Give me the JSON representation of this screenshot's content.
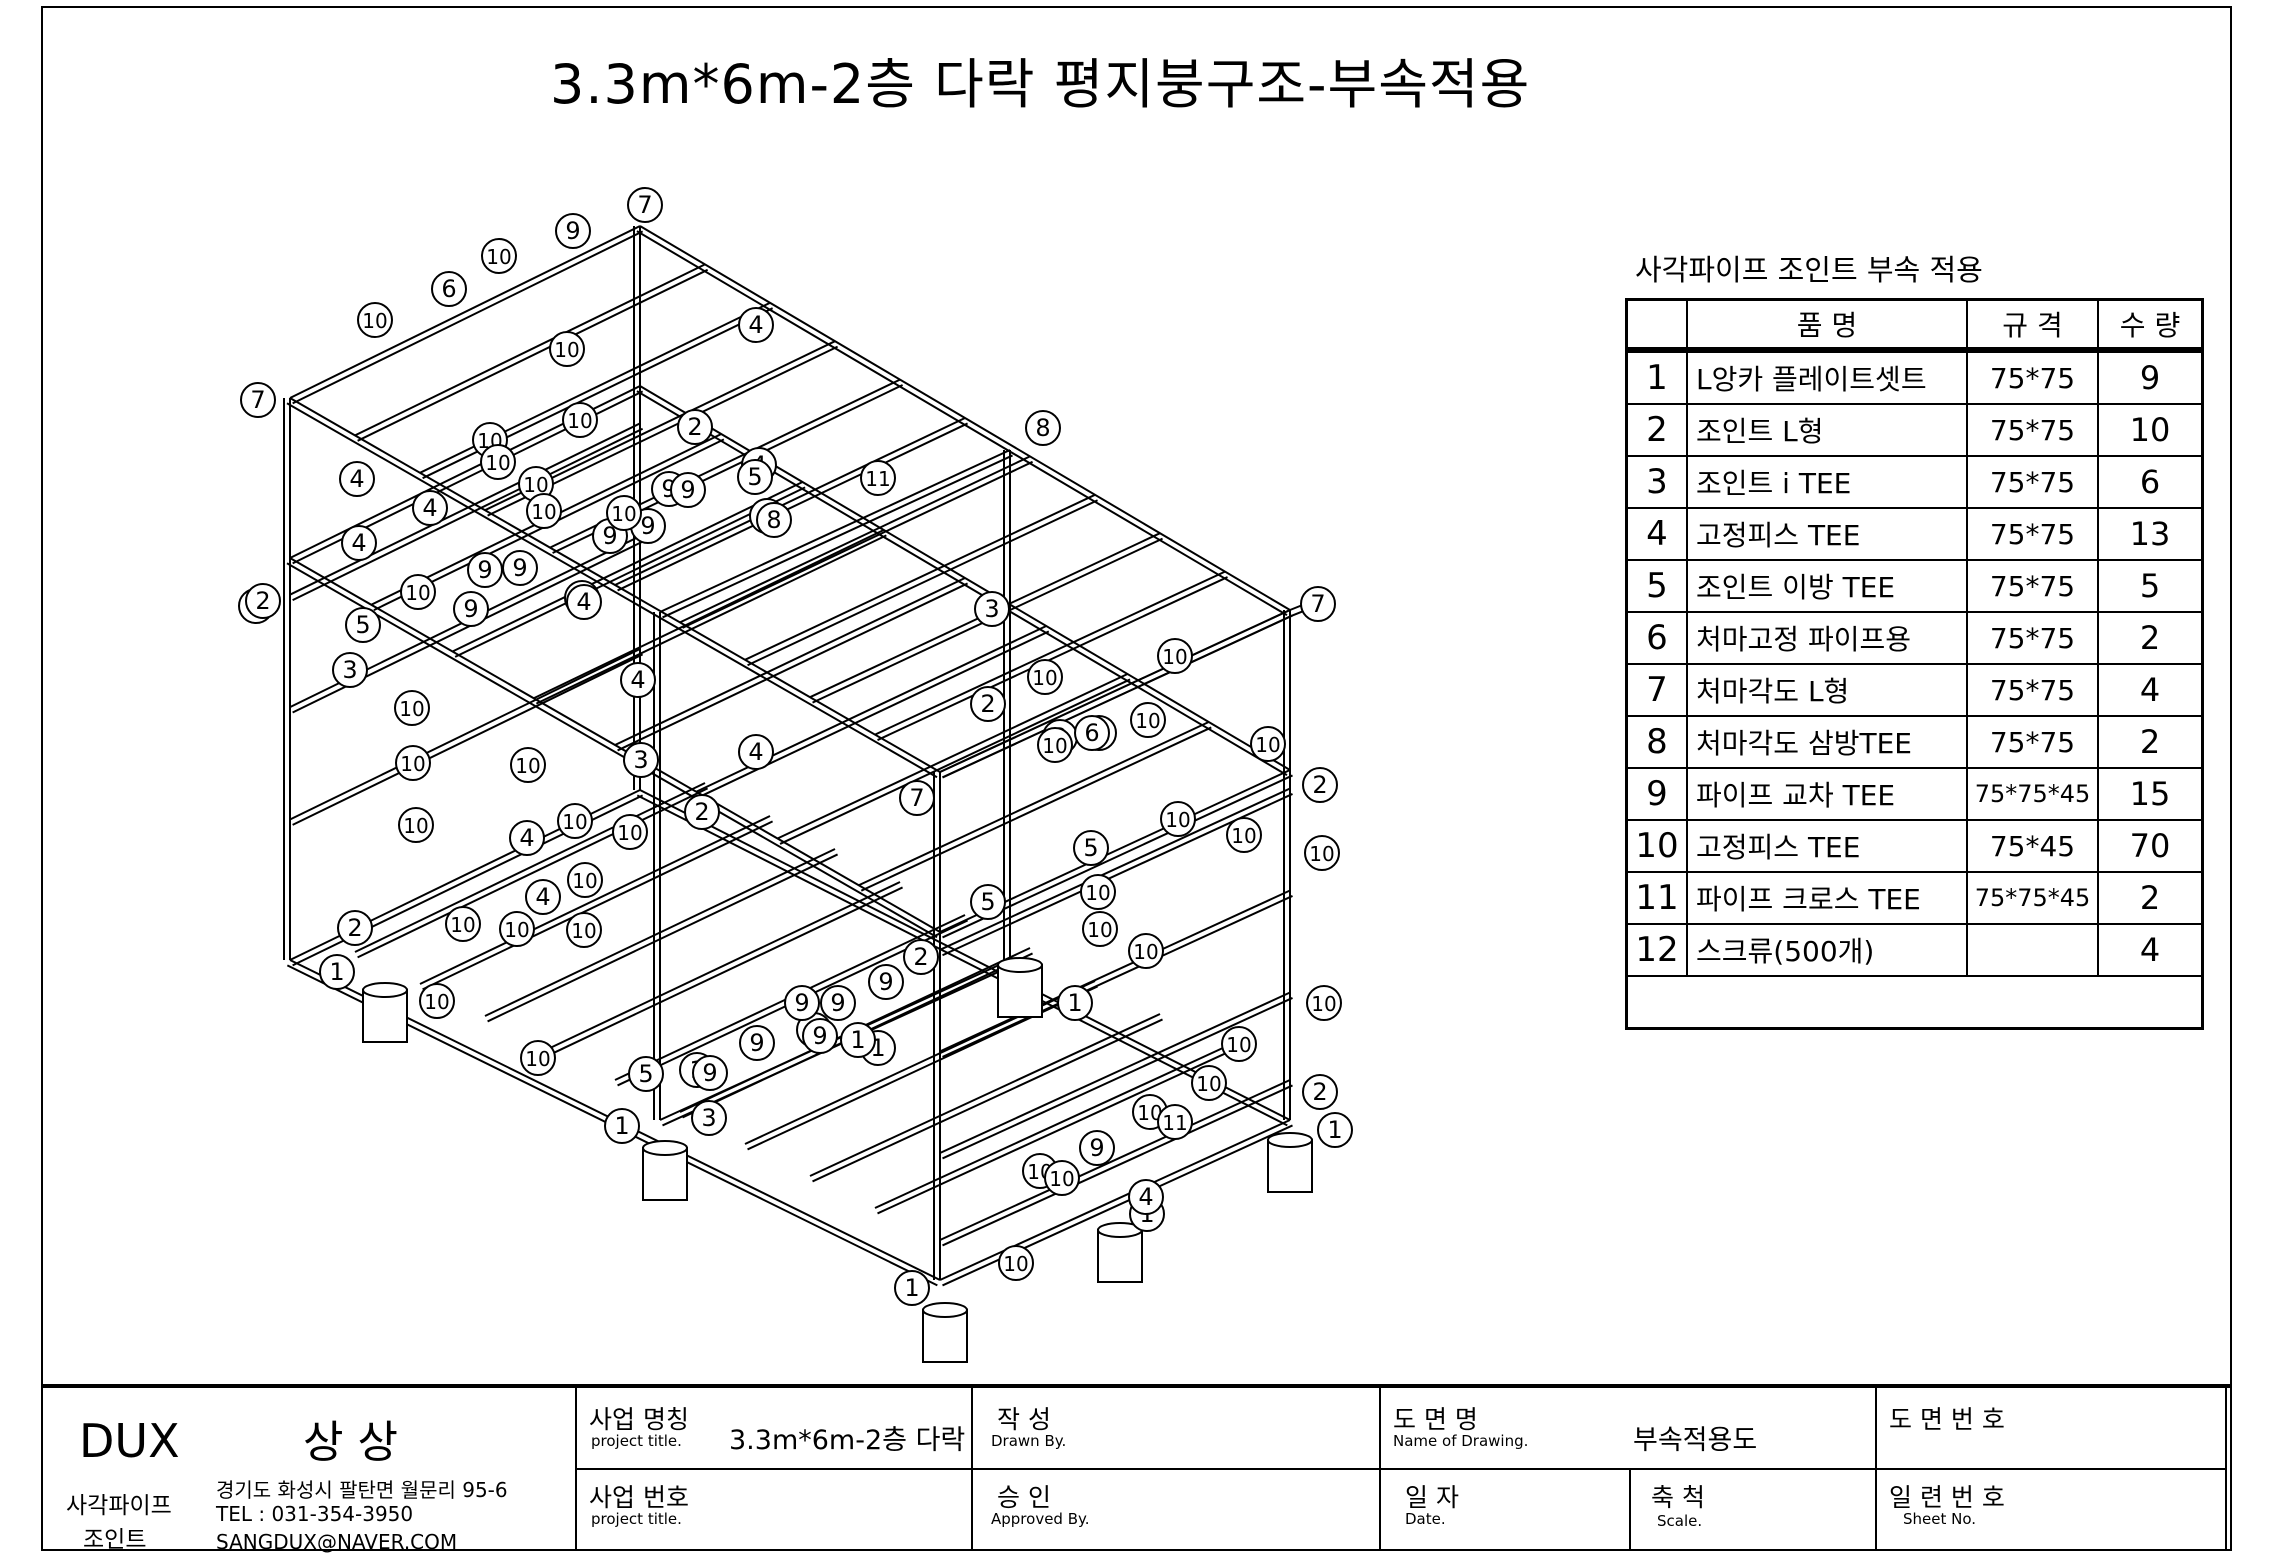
{
  "drawing": {
    "title": "3.3m*6m-2층 다락 평지붕구조-부속적용"
  },
  "parts": {
    "caption": "사각파이프 조인트 부속 적용",
    "headers": {
      "name": "품          명",
      "spec": "규    격",
      "qty": "수    량"
    },
    "rows": [
      {
        "no": "1",
        "name": "L앙카 플레이트셋트",
        "spec": "75*75",
        "qty": "9"
      },
      {
        "no": "2",
        "name": "조인트 L형",
        "spec": "75*75",
        "qty": "10"
      },
      {
        "no": "3",
        "name": "조인트 i TEE",
        "spec": "75*75",
        "qty": "6"
      },
      {
        "no": "4",
        "name": "고정피스 TEE",
        "spec": "75*75",
        "qty": "13"
      },
      {
        "no": "5",
        "name": "조인트 이방 TEE",
        "spec": "75*75",
        "qty": "5"
      },
      {
        "no": "6",
        "name": "처마고정 파이프용",
        "spec": "75*75",
        "qty": "2"
      },
      {
        "no": "7",
        "name": "처마각도 L형",
        "spec": "75*75",
        "qty": "4"
      },
      {
        "no": "8",
        "name": "처마각도 삼방TEE",
        "spec": "75*75",
        "qty": "2"
      },
      {
        "no": "9",
        "name": "파이프 교차 TEE",
        "spec": "75*75*45",
        "qty": "15"
      },
      {
        "no": "10",
        "name": "고정피스 TEE",
        "spec": "75*45",
        "qty": "70"
      },
      {
        "no": "11",
        "name": "파이프 크로스 TEE",
        "spec": "75*75*45",
        "qty": "2"
      },
      {
        "no": "12",
        "name": "스크류(500개)",
        "spec": "",
        "qty": "4"
      }
    ]
  },
  "title_block": {
    "brand": "DUX",
    "company": "상 상",
    "product_line_1": "사각파이프",
    "product_line_2": "조인트",
    "address": "경기도 화성시 팔탄면 월문리 95-6",
    "tel": "TEL : 031-354-3950",
    "email": "SANGDUX@NAVER.COM",
    "project_name_label": "사업 명칭",
    "project_name_sub": "project title.",
    "project_name_value": "3.3m*6m-2층 다락",
    "project_no_label": "사업 번호",
    "project_no_sub": "project title.",
    "drawn_label": "작    성",
    "drawn_sub": "Drawn By.",
    "approved_label": "승    인",
    "approved_sub": "Approved By.",
    "drawing_name_label": "도  면  명",
    "drawing_name_sub": "Name of Drawing.",
    "drawing_name_value": "부속적용도",
    "date_label": "일  자",
    "date_sub": "Date.",
    "scale_label": "축  척",
    "scale_sub": "Scale.",
    "drawing_no_label": "도 면 번 호",
    "sheet_no_label": "일 련 번 호",
    "sheet_no_sub": "Sheet No."
  },
  "callouts": [
    "1",
    "1",
    "1",
    "1",
    "1",
    "1",
    "1",
    "1",
    "1",
    "2",
    "2",
    "2",
    "2",
    "2",
    "2",
    "2",
    "2",
    "2",
    "2",
    "3",
    "3",
    "3",
    "3",
    "3",
    "3",
    "4",
    "4",
    "4",
    "4",
    "4",
    "4",
    "4",
    "4",
    "4",
    "4",
    "4",
    "4",
    "4",
    "5",
    "5",
    "5",
    "5",
    "5",
    "6",
    "6",
    "7",
    "7",
    "7",
    "7",
    "8",
    "8",
    "9",
    "9",
    "9",
    "9",
    "9",
    "9",
    "9",
    "9",
    "9",
    "9",
    "9",
    "9",
    "9",
    "9",
    "9",
    "10",
    "10",
    "10",
    "10",
    "10",
    "10",
    "10",
    "10",
    "10",
    "10",
    "10",
    "10",
    "10",
    "10",
    "10",
    "10",
    "10",
    "10",
    "10",
    "10",
    "10",
    "10",
    "10",
    "10",
    "10",
    "10",
    "10",
    "10",
    "10",
    "10",
    "10",
    "10",
    "10",
    "10",
    "10",
    "10",
    "10",
    "10",
    "10",
    "10",
    "11",
    "11"
  ]
}
